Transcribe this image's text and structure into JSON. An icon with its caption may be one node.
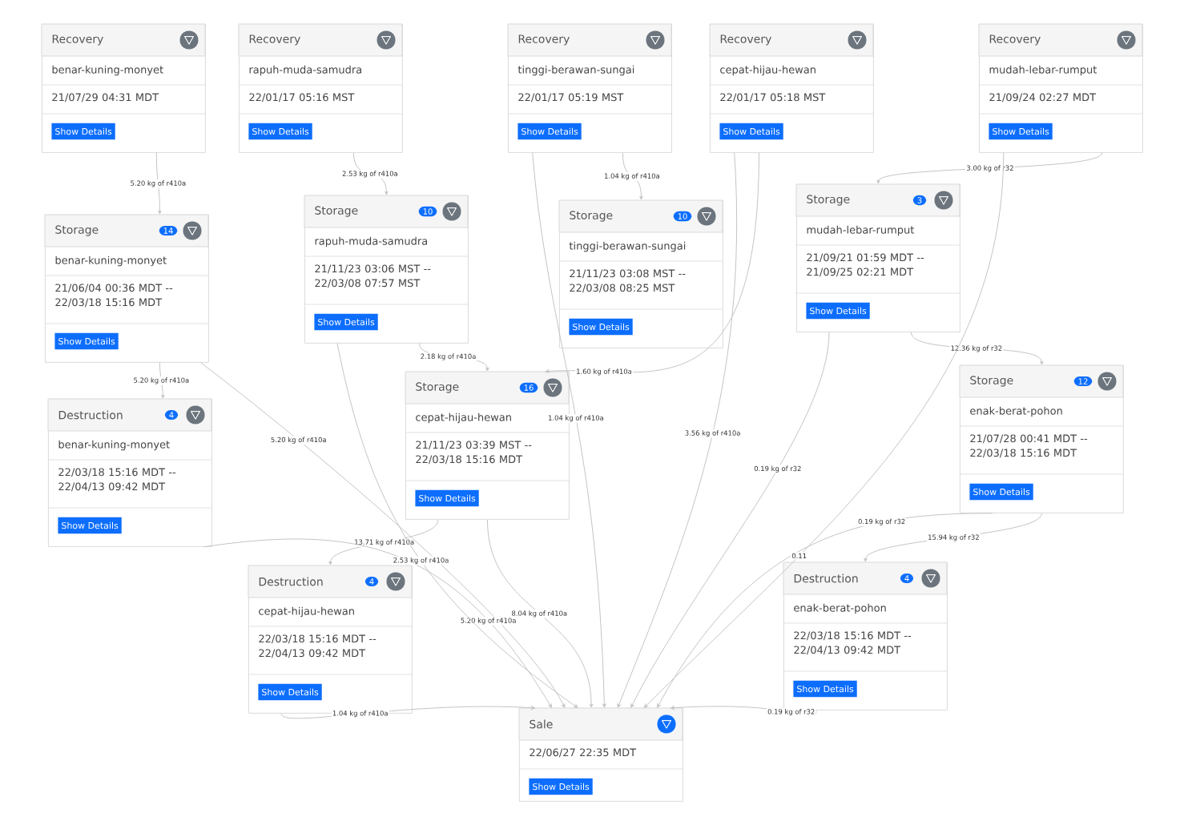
{
  "diagram": {
    "nodes": [
      {
        "text": [
          "Recovery",
          "benar-kuning-monyet",
          "21/07/29 04:31 MDT",
          "Show Details"
        ]
      },
      {
        "text": [
          "Recovery",
          "rapuh-muda-samudra",
          "22/01/17 05:16 MST",
          "Show Details"
        ]
      },
      {
        "text": [
          "Recovery",
          "tinggi-berawan-sungai",
          "22/01/17 05:19 MST",
          "Show Details"
        ]
      },
      {
        "text": [
          "Recovery",
          "cepat-hijau-hewan",
          "22/01/17 05:18 MST",
          "Show Details"
        ]
      },
      {
        "text": [
          "Recovery",
          "mudah-lebar-rumput",
          "21/09/24 02:27 MDT",
          "Show Details"
        ]
      },
      {
        "text": [
          "Storage",
          "14",
          "benar-kuning-monyet",
          "21/06/04 00:36 MDT -- 22/03/18 15:16 MDT",
          "Show Details"
        ]
      },
      {
        "text": [
          "Storage",
          "10",
          "rapuh-muda-samudra",
          "21/11/23 03:06 MST -- 22/03/08 07:57 MST",
          "Show Details"
        ]
      },
      {
        "text": [
          "Storage",
          "10",
          "tinggi-berawan-sungai",
          "21/11/23 03:08 MST -- 22/03/08 08:25 MST",
          "Show Details"
        ]
      },
      {
        "text": [
          "Storage",
          "3",
          "mudah-lebar-rumput",
          "21/09/21 01:59 MDT -- 21/09/25 02:21 MDT",
          "Show Details"
        ]
      },
      {
        "text": [
          "Storage",
          "16",
          "cepat-hijau-hewan",
          "21/11/23 03:39 MST -- 22/03/18 15:16 MDT",
          "Show Details"
        ]
      },
      {
        "text": [
          "Storage",
          "12",
          "enak-berat-pohon",
          "21/07/28 00:41 MDT -- 22/03/18 15:16 MDT",
          "Show Details"
        ]
      },
      {
        "text": [
          "Destruction",
          "4",
          "benar-kuning-monyet",
          "22/03/18 15:16 MDT -- 22/04/13 09:42 MDT",
          "Show Details"
        ]
      },
      {
        "text": [
          "Destruction",
          "4",
          "cepat-hijau-hewan",
          "22/03/18 15:16 MDT -- 22/04/13 09:42 MDT",
          "Show Details"
        ]
      },
      {
        "text": [
          "Destruction",
          "4",
          "enak-berat-pohon",
          "22/03/18 15:16 MDT -- 22/04/13 09:42 MDT",
          "Show Details"
        ]
      },
      {
        "text": [
          "Sale",
          "22/06/27 22:35 MDT",
          "Show Details"
        ]
      }
    ],
    "edges": [
      {
        "from": 0,
        "to": 5,
        "arrow": "to",
        "label": "5.20 kg of r410a"
      },
      {
        "from": 1,
        "to": 6,
        "arrow": "to",
        "label": "2.53 kg of r410a"
      },
      {
        "from": 2,
        "to": 7,
        "arrow": "to",
        "label": "1.04 kg of r410a"
      },
      {
        "from": 4,
        "to": 8,
        "arrow": "to",
        "label": "3.00 kg of r32"
      },
      {
        "from": 6,
        "to": 9,
        "arrow": "to",
        "label": "2.18 kg of r410a"
      },
      {
        "from": 3,
        "to": 9,
        "arrow": "to",
        "label": "1.60 kg of r410a"
      },
      {
        "from": 8,
        "to": 10,
        "arrow": "to",
        "label": "12.36 kg of r32"
      },
      {
        "from": 5,
        "to": 11,
        "arrow": "to",
        "label": "5.20 kg of r410a"
      },
      {
        "from": 9,
        "to": 12,
        "arrow": "to",
        "label": "13.71 kg of r410a"
      },
      {
        "from": 10,
        "to": 13,
        "arrow": "to",
        "label": "15.94 kg of r32"
      },
      {
        "from": 12,
        "to": 14,
        "arrow": "to",
        "label": "1.04 kg of r410a"
      },
      {
        "from": 13,
        "to": 14,
        "arrow": "to",
        "label": "0.19 kg of r32"
      },
      {
        "from": 9,
        "to": 14,
        "arrow": "to",
        "label": "8.04 kg of r410a"
      },
      {
        "from": 5,
        "to": 14,
        "arrow": "to",
        "label": "5.20 kg of r410a"
      },
      {
        "from": 11,
        "to": 14,
        "arrow": "to",
        "label": "5.20 kg of r410a"
      },
      {
        "from": 2,
        "to": 14,
        "arrow": "to",
        "label": "1.04 kg of r410a"
      },
      {
        "from": 3,
        "to": 14,
        "arrow": "to",
        "label": "3.56 kg of r410a"
      },
      {
        "from": 8,
        "to": 14,
        "arrow": "to",
        "label": "0.19 kg of r32"
      },
      {
        "from": 10,
        "to": 14,
        "arrow": "to",
        "label": "0.19 kg of r32"
      },
      {
        "from": 6,
        "to": 14,
        "arrow": "to",
        "label": "2.53 kg of r410a"
      },
      {
        "from": 4,
        "to": 14,
        "arrow": "to",
        "label": "0.11"
      }
    ]
  }
}
